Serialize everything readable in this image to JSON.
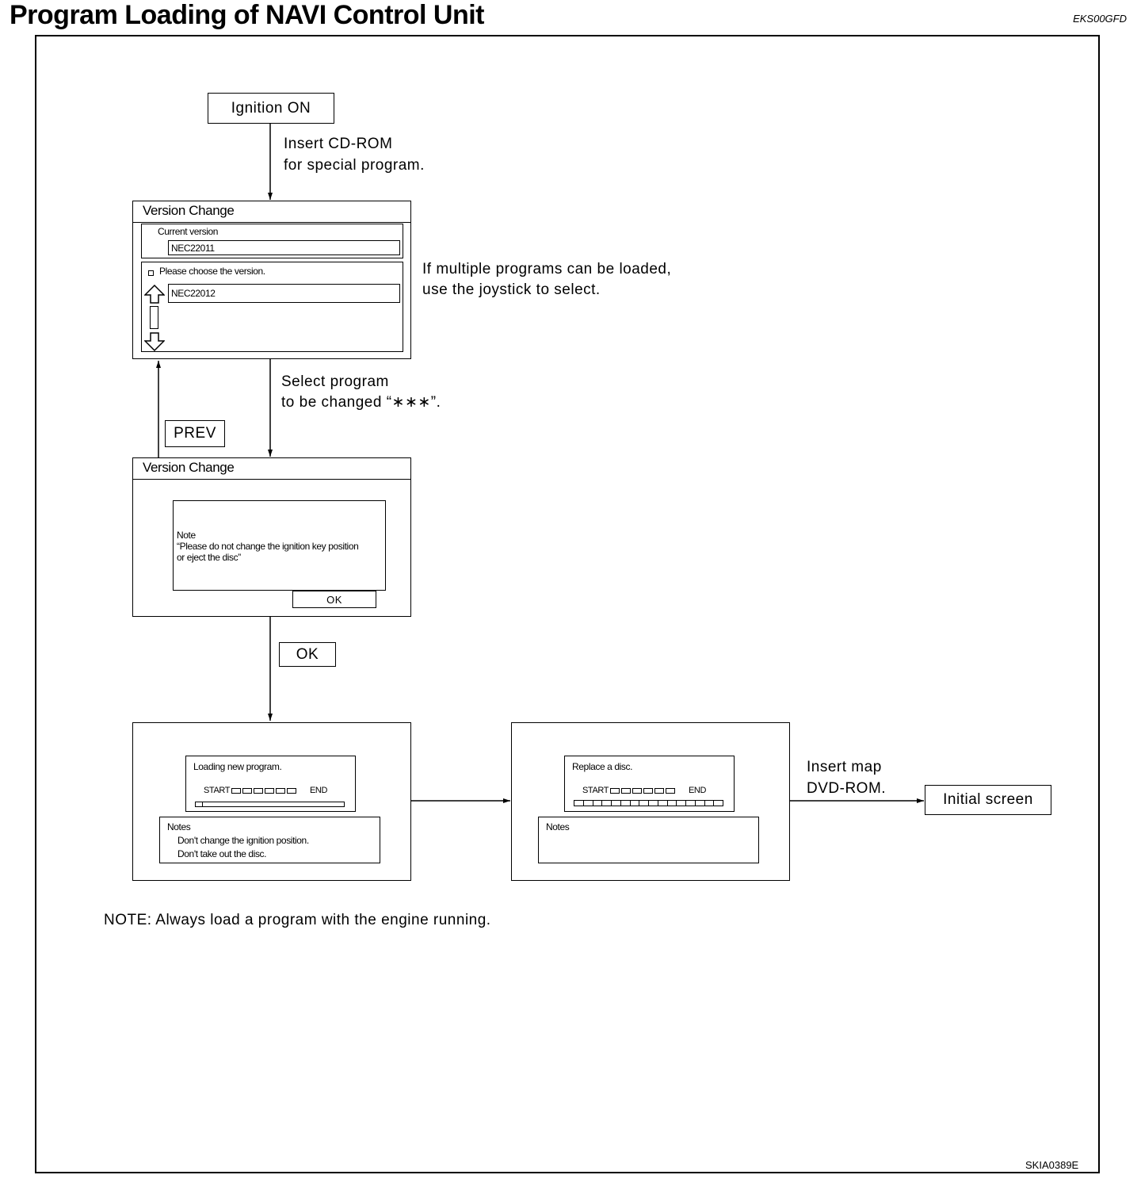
{
  "header": {
    "title": "Program Loading of NAVI Control Unit",
    "code": "EKS00GFD"
  },
  "footer": {
    "code": "SKIA0389E"
  },
  "flow": {
    "start_box": "Ignition ON",
    "step1_label_line1": "Insert CD-ROM",
    "step1_label_line2": "for special program.",
    "screen1": {
      "title": "Version Change",
      "current_label": "Current version",
      "current_value": "NEC22011",
      "choose_label": "Please choose the version.",
      "choose_value": "NEC22012"
    },
    "screen1_note_line1": "If multiple programs can be loaded,",
    "screen1_note_line2": "use the joystick to select.",
    "step2_label_line1": "Select program",
    "step2_label_line2": "to be changed “∗∗∗”.",
    "prev_button": "PREV",
    "screen2": {
      "title": "Version Change",
      "note_title": "Note",
      "note_line1": "“Please do not change the ignition key position",
      "note_line2": "or eject the disc”",
      "ok_button": "OK"
    },
    "ok_step_button": "OK",
    "screen3": {
      "status": "Loading new program.",
      "start": "START",
      "end": "END",
      "notes_title": "Notes",
      "notes_line1": "Don't change the ignition position.",
      "notes_line2": "Don't take out the disc."
    },
    "screen4": {
      "status": "Replace a disc.",
      "start": "START",
      "end": "END",
      "notes_title": "Notes"
    },
    "step4_label_line1": "Insert map",
    "step4_label_line2": "DVD-ROM.",
    "end_box": "Initial screen"
  },
  "note": "NOTE: Always load a program with the engine running."
}
